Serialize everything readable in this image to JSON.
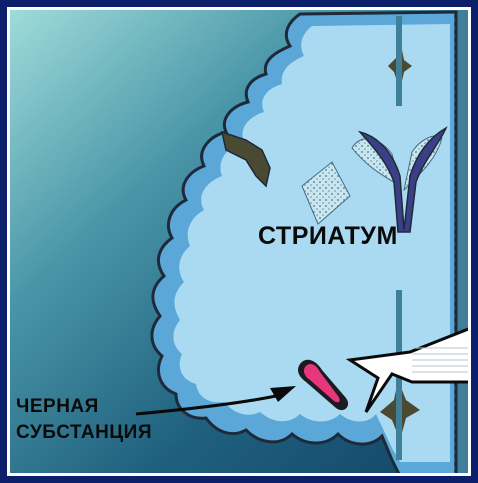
{
  "labels": {
    "striatum": "СТРИАТУМ",
    "substantia_line1": "ЧЕРНАЯ",
    "substantia_line2": "СУБСТАНЦИЯ"
  },
  "colors": {
    "frame": "#0b1f6b",
    "background_light": "#8fd6d8",
    "background_dark": "#154f70",
    "cortex": "#5aa7d8",
    "white_matter": "#a9daf2",
    "sulcus": "#4a4a32",
    "substantia_nigra": "#e8367a",
    "pointer": "#ffffff"
  }
}
